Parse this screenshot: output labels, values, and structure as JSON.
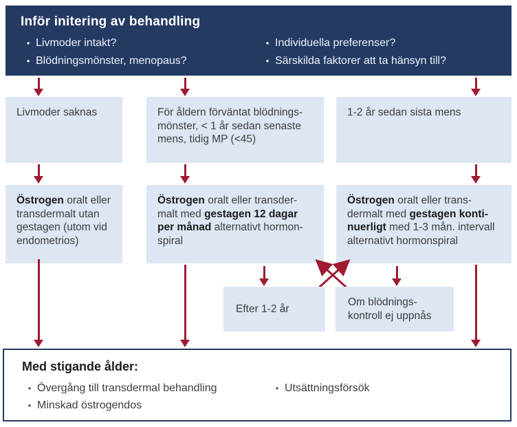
{
  "colors": {
    "navy": "#243a63",
    "lightblue": "#dce7f3",
    "red": "#9e1b32",
    "text": "#3d3d3d",
    "boldtext": "#1c1c1c",
    "white": "#ffffff"
  },
  "glyphs": {
    "bullet": "•"
  },
  "header": {
    "title": "Inför initering av behandling",
    "bullets_left": [
      "Livmoder intakt?",
      "Blödningsmönster, menopaus?"
    ],
    "bullets_right": [
      "Individuella preferenser?",
      "Särskilda faktorer att ta hänsyn till?"
    ]
  },
  "row1": {
    "col1": "Livmoder saknas",
    "col2": "För åldern förväntat blödnings-mönster, < 1 år sedan senaste mens, tidig MP (<45)",
    "col3": "1-2 år sedan sista mens"
  },
  "row2": {
    "col1": [
      {
        "text": "Östrogen",
        "bold": true
      },
      {
        "text": " oralt eller transdermalt utan gestagen (utom vid endometrios)",
        "bold": false
      }
    ],
    "col2": [
      {
        "text": "Östrogen",
        "bold": true
      },
      {
        "text": " oralt eller transder-malt med ",
        "bold": false
      },
      {
        "text": "gestagen 12 dagar per månad",
        "bold": true
      },
      {
        "text": " alternativt hormon-spiral",
        "bold": false
      }
    ],
    "col3": [
      {
        "text": "Östrogen",
        "bold": true
      },
      {
        "text": " oralt eller trans-dermalt med ",
        "bold": false
      },
      {
        "text": "gestagen konti-nuerligt",
        "bold": true
      },
      {
        "text": " med 1-3 mån. intervall alternativt hormonspiral",
        "bold": false
      }
    ]
  },
  "mid": {
    "efter": "Efter 1-2 år",
    "om": "Om blödnings-kontroll ej uppnås"
  },
  "footer": {
    "title": "Med stigande ålder:",
    "bullets_left": [
      "Övergång till transdermal behandling",
      "Minskad östrogendos"
    ],
    "bullets_right": [
      "Utsättningsförsök"
    ]
  }
}
